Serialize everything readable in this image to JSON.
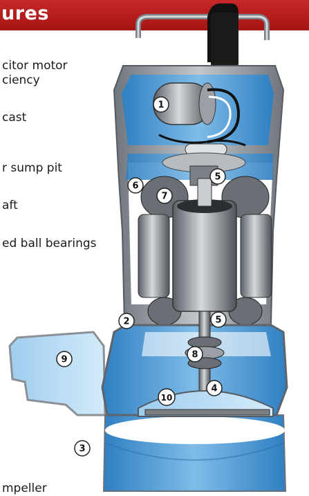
{
  "banner": {
    "title": "ures",
    "color": "#b71c1c"
  },
  "features": [
    "citor motor",
    "ciency",
    "cast",
    "r sump pit",
    "aft",
    "ed ball bearings",
    "mpeller"
  ],
  "callouts": {
    "c1": "1",
    "c2": "2",
    "c3": "3",
    "c4": "4",
    "c5a": "5",
    "c5b": "5",
    "c6": "6",
    "c7": "7",
    "c8": "8",
    "c9": "9",
    "c10": "10"
  },
  "colors": {
    "pump_blue": "#3b8fd0",
    "light_blue": "#a9d1f0",
    "metal": "#8a8f95"
  }
}
